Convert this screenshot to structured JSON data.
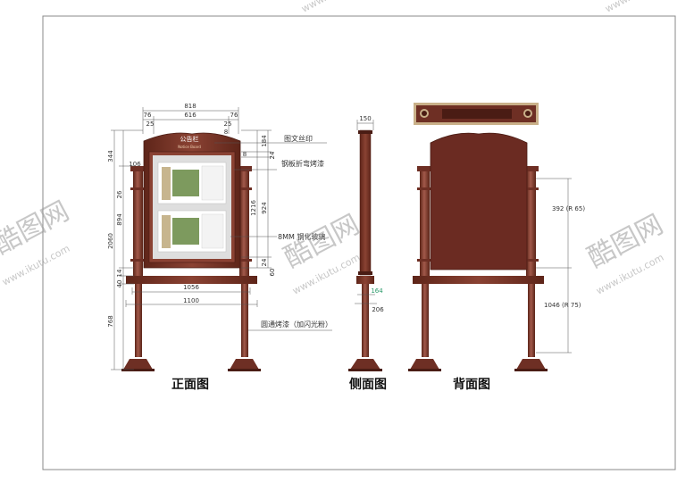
{
  "colors": {
    "frame": "#6e2f24",
    "frame_dark": "#4a1c14",
    "pole": "#7a3a2c",
    "pole_light": "#a2594a",
    "board_back": "#6b2b22",
    "line": "#555555",
    "border": "#888888"
  },
  "board": {
    "title": "公告栏",
    "subtitle": "Notice Board"
  },
  "front_view": {
    "label": "正面图",
    "dims": {
      "top_width": "818",
      "top_left": "76",
      "top_mid": "616",
      "top_right": "76",
      "sub_left": "25",
      "sub_right": "25",
      "crown": "8",
      "left_344": "344",
      "left_106": "106",
      "left_26": "26",
      "left_894": "894",
      "left_2060": "2060",
      "left_14": "14",
      "left_40": "40",
      "left_768": "768",
      "bottom_1056": "1056",
      "bottom_1100": "1100",
      "right_184": "184",
      "right_24_top": "24",
      "right_8": "8",
      "right_1216": "1216",
      "right_924": "924",
      "right_24_bottom": "24",
      "right_60": "60"
    },
    "notes": {
      "pattern": "图文丝印",
      "steel": "钢板折弯烤漆",
      "glass": "8MM 钢化玻璃",
      "paint": "圆通烤漆（加闪光粉）"
    }
  },
  "side_view": {
    "label": "侧面图",
    "dims": {
      "top": "150",
      "mid": "164",
      "low": "206"
    }
  },
  "back_view": {
    "label": "背面图",
    "dims": {
      "upper": "392 (R 65)",
      "lower": "1046 (R 75)"
    }
  },
  "watermark": {
    "brand": "酷图网",
    "url": "www.ikutu.com"
  }
}
